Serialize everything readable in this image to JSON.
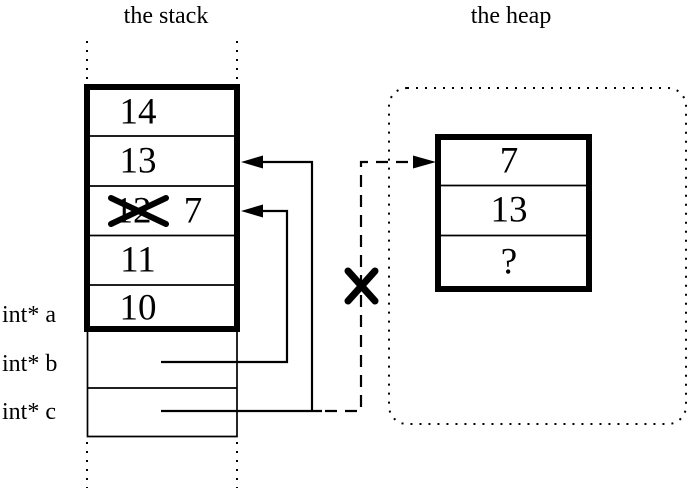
{
  "titles": {
    "stack": "the stack",
    "heap": "the heap"
  },
  "stack": {
    "cells": [
      {
        "value": "14"
      },
      {
        "value": "13"
      },
      {
        "value": "12",
        "status": "crossed-out",
        "replacement": "7"
      },
      {
        "value": "11"
      },
      {
        "value": "10"
      }
    ],
    "variables": [
      {
        "label": "int* a"
      },
      {
        "label": "int* b"
      },
      {
        "label": "int* c"
      }
    ]
  },
  "heap": {
    "cells": [
      {
        "value": "7"
      },
      {
        "value": "13"
      },
      {
        "value": "?"
      }
    ]
  },
  "colors": {
    "ink": "#000000",
    "paper": "#ffffff"
  }
}
